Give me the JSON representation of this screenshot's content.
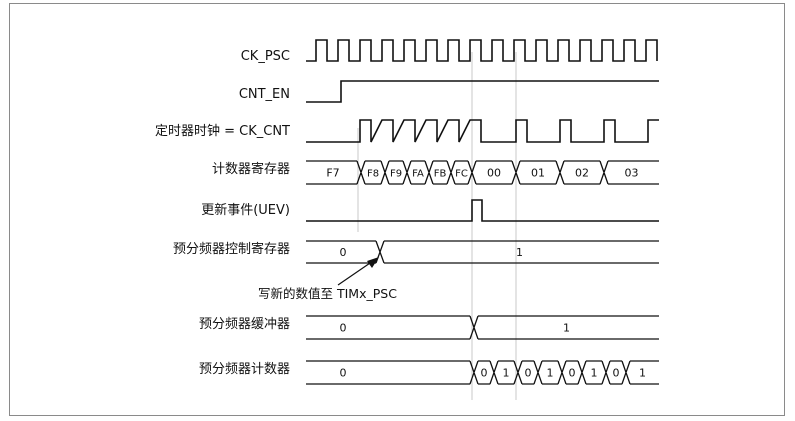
{
  "diagram": {
    "signals": [
      {
        "id": "ck-psc",
        "label": "CK_PSC",
        "kind": "clock"
      },
      {
        "id": "cnt-en",
        "label": "CNT_EN",
        "kind": "step"
      },
      {
        "id": "ck-cnt",
        "label": "定时器时钟 = CK_CNT",
        "kind": "gated-clock"
      },
      {
        "id": "counter-register",
        "label": "计数器寄存器",
        "kind": "bus",
        "values": [
          "F7",
          "F8",
          "F9",
          "FA",
          "FB",
          "FC",
          "00",
          "01",
          "02",
          "03"
        ]
      },
      {
        "id": "update-event",
        "label": "更新事件(UEV)",
        "kind": "pulse"
      },
      {
        "id": "prescaler-control-register",
        "label": "预分频器控制寄存器",
        "kind": "bus",
        "values": [
          "0",
          "1"
        ]
      },
      {
        "id": "prescaler-buffer",
        "label": "预分频器缓冲器",
        "kind": "bus",
        "values": [
          "0",
          "1"
        ]
      },
      {
        "id": "prescaler-counter",
        "label": "预分频器计数器",
        "kind": "bus",
        "values": [
          "0",
          "0",
          "1",
          "0",
          "1",
          "0",
          "1",
          "0",
          "1"
        ]
      }
    ],
    "annotation": {
      "text": "写新的数值至 TIMx_PSC"
    },
    "colors": {
      "line": "#111111",
      "guide": "#c9c9c9",
      "frame": "#8a8a8a"
    }
  }
}
